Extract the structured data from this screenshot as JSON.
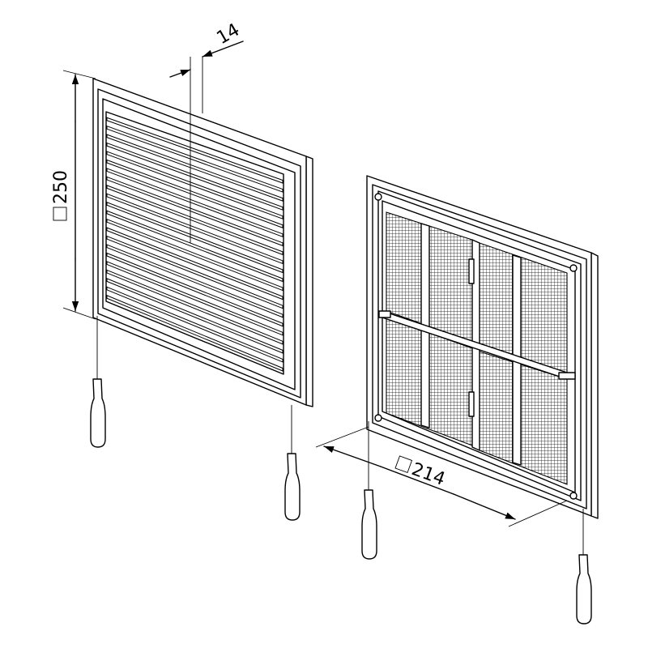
{
  "dimensions": {
    "depth": {
      "text": "14"
    },
    "height": {
      "symbol": "□",
      "text": "250"
    },
    "width": {
      "symbol": "□",
      "text": "214"
    }
  },
  "colors": {
    "line": "#000000",
    "background": "#ffffff"
  }
}
